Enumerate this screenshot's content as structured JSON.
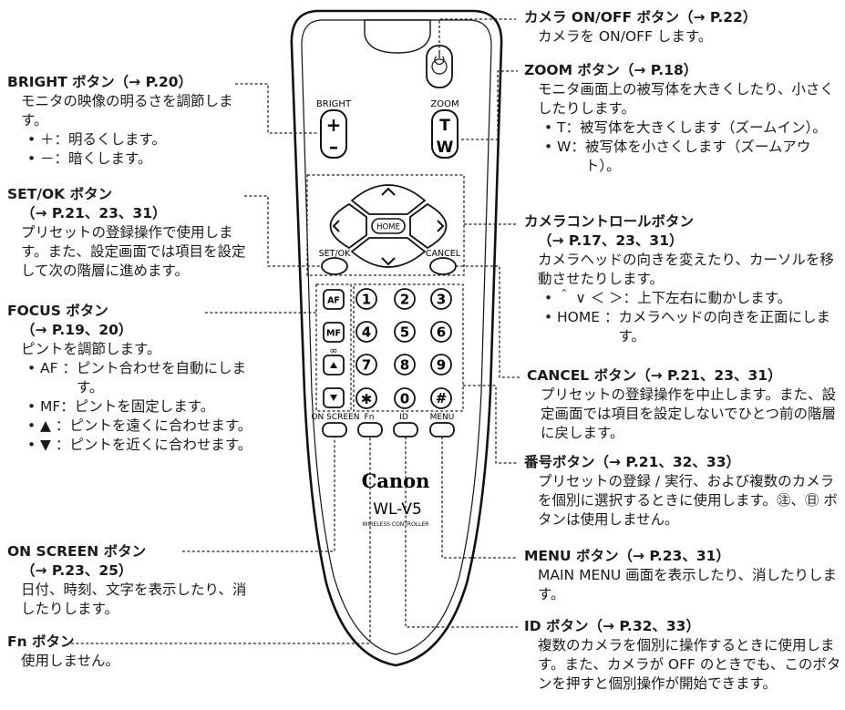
{
  "remote": {
    "brand": "Canon",
    "model": "WL-V5",
    "subtitle": "WIRELESS CONTROLLER",
    "bright_label": "BRIGHT",
    "zoom_label": "ZOOM",
    "plus": "+",
    "minus": "–",
    "zoom_t": "T",
    "zoom_w": "W",
    "home": "HOME",
    "setok_label": "SET/OK",
    "cancel_label": "CANCEL",
    "af": "AF",
    "mf": "MF",
    "num_keys": [
      "1",
      "2",
      "3",
      "4",
      "5",
      "6",
      "7",
      "8",
      "9",
      "0"
    ],
    "bottom_labels": [
      "ON SCREEN",
      "Fn",
      "ID",
      "MENU"
    ]
  },
  "callouts": {
    "camera": {
      "title": "カメラ ON/OFF ボタン（→ P.22）",
      "desc": "カメラを ON/OFF します。"
    },
    "zoom": {
      "title": "ZOOM ボタン（→ P.18）",
      "desc": "モニタ画面上の被写体を大きくしたり、小さくしたりします。",
      "bullets": [
        {
          "label": "T：",
          "text": "被写体を大きくします（ズームイン）。"
        },
        {
          "label": "W：",
          "text": "被写体を小さくします（ズームアウト）。"
        }
      ]
    },
    "control": {
      "title": "カメラコントロールボタン",
      "ref": "（→ P.17、23、31）",
      "desc": "カメラヘッドの向きを変えたり、カーソルを移動させたりします。",
      "bullets": [
        {
          "label": "＾ ∨ ＜ ＞：",
          "text": "上下左右に動かします。"
        },
        {
          "label": "HOME ：",
          "text": "カメラヘッドの向きを正面にします。"
        }
      ]
    },
    "cancel": {
      "title": "CANCEL ボタン（→ P.21、23、31）",
      "desc": "プリセットの登録操作を中止します。また、設定画面では項目を設定しないでひとつ前の階層に戻します。"
    },
    "number": {
      "title": "番号ボタン（→ P.21、32、33）",
      "desc": "プリセットの登録 / 実行、および複数のカメラを個別に選択するときに使用します。㊟、㊐ ボタンは使用しません。"
    },
    "menu": {
      "title": "MENU ボタン（→ P.23、31）",
      "desc": "MAIN MENU 画面を表示したり、消したりします。"
    },
    "id": {
      "title": "ID ボタン（→ P.32、33）",
      "desc": "複数のカメラを個別に操作するときに使用します。また、カメラが OFF のときでも、このボタンを押すと個別操作が開始できます。"
    },
    "bright": {
      "title": "BRIGHT ボタン（→ P.20）",
      "desc": "モニタの映像の明るさを調節します。",
      "bullets": [
        {
          "label": "＋：",
          "text": "明るくします。"
        },
        {
          "label": "－：",
          "text": "暗くします。"
        }
      ]
    },
    "setok": {
      "title": "SET/OK ボタン",
      "ref": "（→ P.21、23、31）",
      "desc": "プリセットの登録操作で使用します。また、設定画面では項目を設定して次の階層に進めます。"
    },
    "focus": {
      "title": "FOCUS ボタン",
      "ref": "（→ P.19、20）",
      "desc": "ピントを調節します。",
      "bullets": [
        {
          "label": "AF ：",
          "text": "ピント合わせを自動にします。"
        },
        {
          "label": "MF：",
          "text": "ピントを固定します。"
        },
        {
          "label": "▲ ：",
          "text": "ピントを遠くに合わせます。"
        },
        {
          "label": "▼ ：",
          "text": "ピントを近くに合わせます。"
        }
      ]
    },
    "onscreen": {
      "title": "ON SCREEN ボタン",
      "ref": "（→ P.23、25）",
      "desc": "日付、時刻、文字を表示したり、消したりします。"
    },
    "fn": {
      "title": "Fn ボタン",
      "desc": "使用しません。"
    }
  }
}
